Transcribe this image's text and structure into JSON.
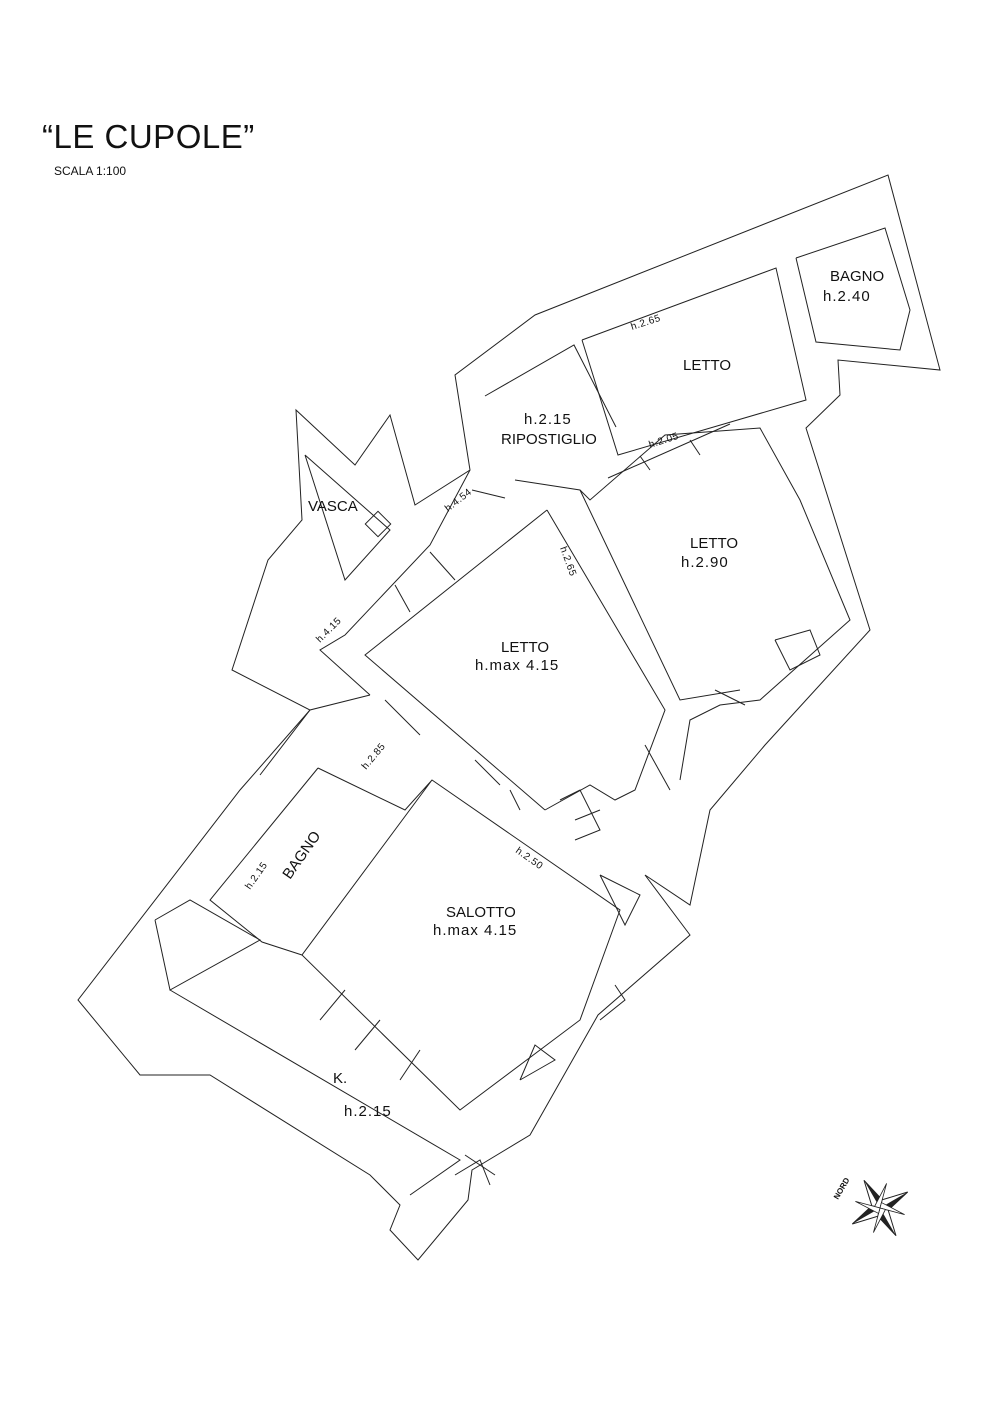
{
  "header": {
    "title": "“LE CUPOLE”",
    "scale": "SCALA 1:100"
  },
  "rooms": {
    "bagno_top": {
      "name": "BAGNO",
      "height": "h.2.40"
    },
    "letto_top": {
      "name": "LETTO",
      "height_tag": "h.2.65"
    },
    "ripostiglio": {
      "name": "RIPOSTIGLIO",
      "height": "h.2.15"
    },
    "letto_right": {
      "name": "LETTO",
      "height": "h.2.90",
      "height_tag": "h.2.05"
    },
    "vasca": {
      "name": "VASCA"
    },
    "letto_center": {
      "name": "LETTO",
      "height": "h.max 4.15",
      "height_tag": "h.2.65"
    },
    "bagno_left": {
      "name": "BAGNO",
      "height_tag": "h.2.15"
    },
    "salotto": {
      "name": "SALOTTO",
      "height": "h.max 4.15",
      "height_tag": "h.2.50"
    },
    "kitchen": {
      "name": "K.",
      "height": "h.2.15"
    }
  },
  "corridor_tags": {
    "tag_454": "h.4.54",
    "tag_415": "h.4.15",
    "tag_285": "h.2.85"
  },
  "compass": {
    "label": "NORD"
  }
}
